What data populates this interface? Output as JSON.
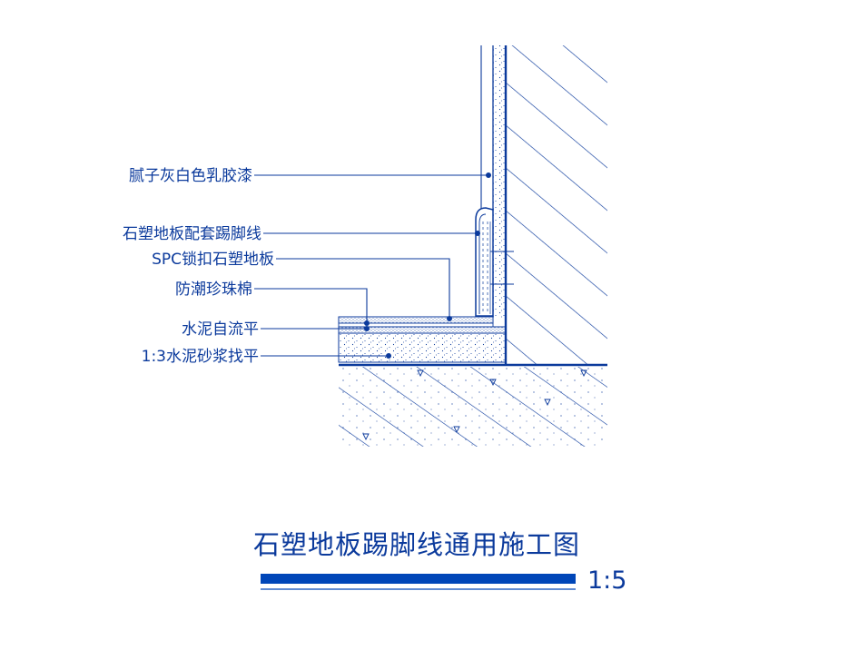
{
  "labels": [
    "腻子灰白色乳胶漆",
    "石塑地板配套踢脚线",
    "SPC锁扣石塑地板",
    "防潮珍珠棉",
    "水泥自流平",
    "1:3水泥砂浆找平"
  ],
  "title": "石塑地板踢脚线通用施工图",
  "scale": "1:5",
  "colors": {
    "line": "#0b3a9c",
    "accent": "#0046b8",
    "background": "#ffffff"
  }
}
